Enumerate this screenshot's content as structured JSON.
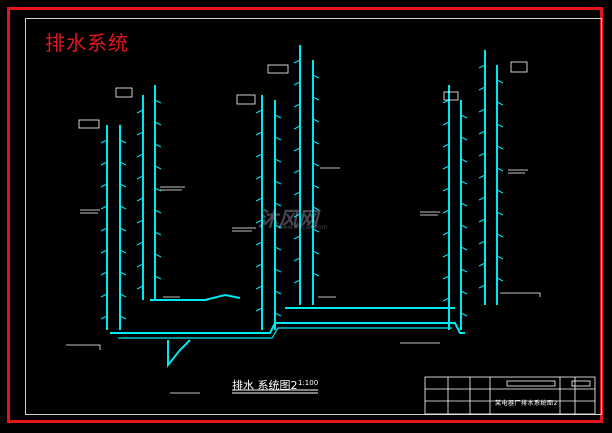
{
  "drawing": {
    "title": "排水系统",
    "system_title": "排水 系统图2",
    "system_scale": "1:100",
    "title_block_text": "某电器厂排水系统图2"
  },
  "watermark": {
    "text": "沐风网",
    "sub": "www.mfcad.com"
  },
  "colors": {
    "background": "#000000",
    "border": "#e4141b",
    "pipe": "#00e8f0",
    "annotation": "#ffffff"
  }
}
